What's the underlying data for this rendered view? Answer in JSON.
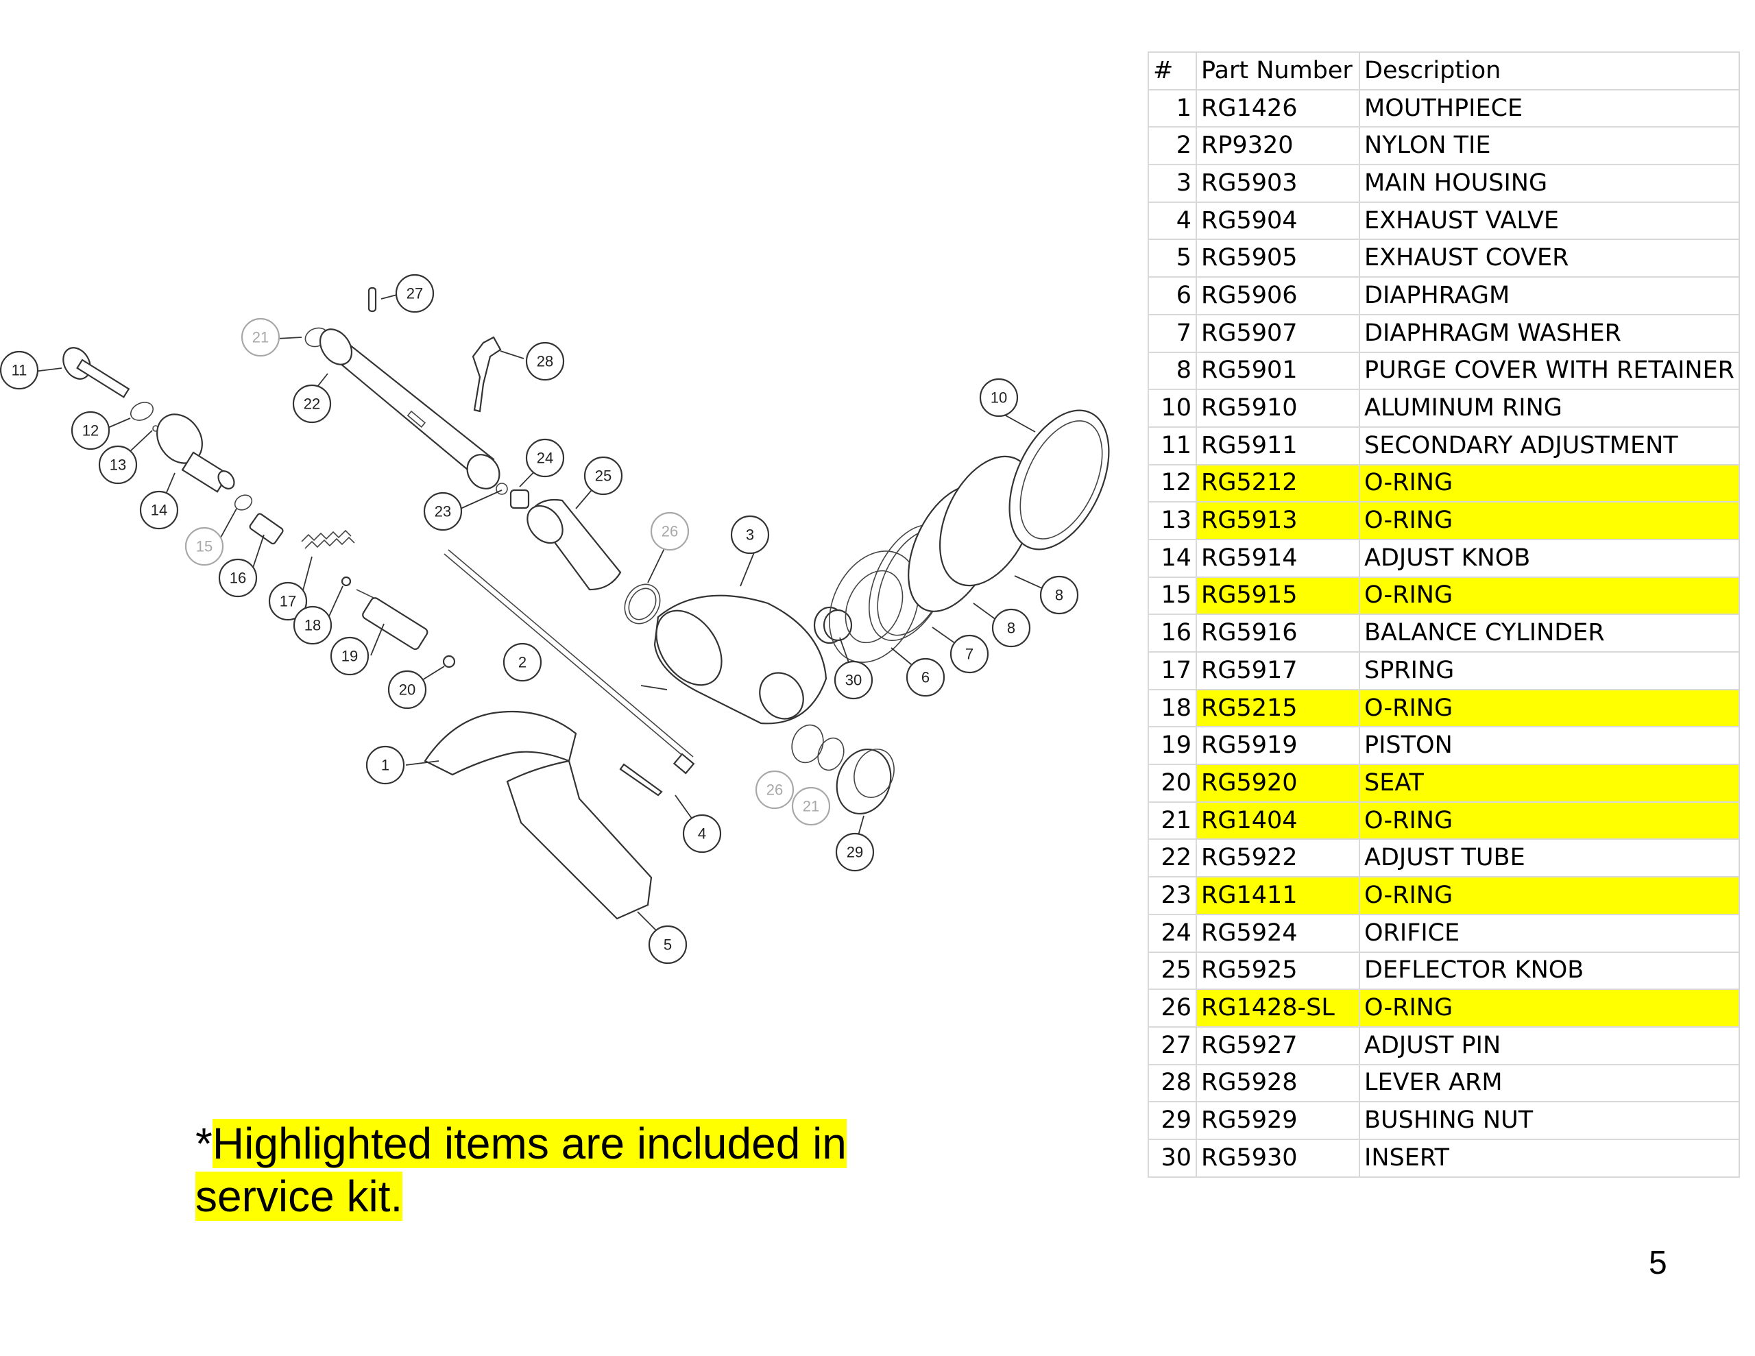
{
  "diagram": {
    "callouts": [
      "1",
      "2",
      "3",
      "4",
      "5",
      "6",
      "7",
      "8",
      "8",
      "10",
      "11",
      "12",
      "13",
      "14",
      "15",
      "16",
      "17",
      "18",
      "19",
      "20",
      "21",
      "21",
      "22",
      "23",
      "24",
      "25",
      "26",
      "26",
      "27",
      "28",
      "29",
      "30"
    ]
  },
  "table": {
    "headers": [
      "#",
      "Part Number",
      "Description"
    ],
    "rows": [
      {
        "num": "1",
        "part": "RG1426",
        "desc": "MOUTHPIECE",
        "highlight": false
      },
      {
        "num": "2",
        "part": "RP9320",
        "desc": "NYLON TIE",
        "highlight": false
      },
      {
        "num": "3",
        "part": "RG5903",
        "desc": "MAIN HOUSING",
        "highlight": false
      },
      {
        "num": "4",
        "part": "RG5904",
        "desc": "EXHAUST VALVE",
        "highlight": false
      },
      {
        "num": "5",
        "part": "RG5905",
        "desc": "EXHAUST COVER",
        "highlight": false
      },
      {
        "num": "6",
        "part": "RG5906",
        "desc": "DIAPHRAGM",
        "highlight": false
      },
      {
        "num": "7",
        "part": "RG5907",
        "desc": "DIAPHRAGM WASHER",
        "highlight": false
      },
      {
        "num": "8",
        "part": "RG5901",
        "desc": "PURGE COVER WITH RETAINER",
        "highlight": false
      },
      {
        "num": "10",
        "part": "RG5910",
        "desc": "ALUMINUM RING",
        "highlight": false
      },
      {
        "num": "11",
        "part": "RG5911",
        "desc": "SECONDARY ADJUSTMENT",
        "highlight": false
      },
      {
        "num": "12",
        "part": "RG5212",
        "desc": "O-RING",
        "highlight": true
      },
      {
        "num": "13",
        "part": "RG5913",
        "desc": "O-RING",
        "highlight": true
      },
      {
        "num": "14",
        "part": "RG5914",
        "desc": "ADJUST KNOB",
        "highlight": false
      },
      {
        "num": "15",
        "part": "RG5915",
        "desc": "O-RING",
        "highlight": true
      },
      {
        "num": "16",
        "part": "RG5916",
        "desc": "BALANCE CYLINDER",
        "highlight": false
      },
      {
        "num": "17",
        "part": "RG5917",
        "desc": "SPRING",
        "highlight": false
      },
      {
        "num": "18",
        "part": "RG5215",
        "desc": "O-RING",
        "highlight": true
      },
      {
        "num": "19",
        "part": "RG5919",
        "desc": "PISTON",
        "highlight": false
      },
      {
        "num": "20",
        "part": "RG5920",
        "desc": "SEAT",
        "highlight": true
      },
      {
        "num": "21",
        "part": "RG1404",
        "desc": "O-RING",
        "highlight": true
      },
      {
        "num": "22",
        "part": "RG5922",
        "desc": "ADJUST TUBE",
        "highlight": false
      },
      {
        "num": "23",
        "part": "RG1411",
        "desc": "O-RING",
        "highlight": true
      },
      {
        "num": "24",
        "part": "RG5924",
        "desc": "ORIFICE",
        "highlight": false
      },
      {
        "num": "25",
        "part": "RG5925",
        "desc": "DEFLECTOR KNOB",
        "highlight": false
      },
      {
        "num": "26",
        "part": "RG1428-SL",
        "desc": "O-RING",
        "highlight": true
      },
      {
        "num": "27",
        "part": "RG5927",
        "desc": "ADJUST PIN",
        "highlight": false
      },
      {
        "num": "28",
        "part": "RG5928",
        "desc": "LEVER ARM",
        "highlight": false
      },
      {
        "num": "29",
        "part": "RG5929",
        "desc": "BUSHING NUT",
        "highlight": false
      },
      {
        "num": "30",
        "part": "RG5930",
        "desc": "INSERT",
        "highlight": false
      }
    ]
  },
  "note": {
    "asterisk": "*",
    "line1": "Highlighted items are included in ",
    "line2": "service kit."
  },
  "page_number": "5",
  "colors": {
    "highlight": "#ffff00",
    "table_border": "#d9d9d9",
    "callout_grey": "#a8a8a8"
  }
}
